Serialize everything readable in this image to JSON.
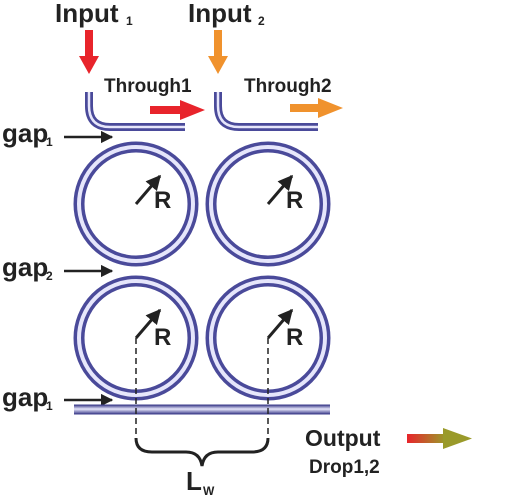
{
  "labels": {
    "input1": "Input",
    "input1_sub": "1",
    "input2": "Input",
    "input2_sub": "2",
    "through1": "Through1",
    "through2": "Through2",
    "gap_top": "gap",
    "gap_top_sub": "1",
    "gap_mid": "gap",
    "gap_mid_sub": "2",
    "gap_bot": "gap",
    "gap_bot_sub": "1",
    "radius": "R",
    "lw": "L",
    "lw_sub": "W",
    "output": "Output",
    "drop": "Drop1,2"
  },
  "colors": {
    "input1_arrow": "#e8242b",
    "input2_arrow": "#f0922d",
    "through1_arrow": "#e8242b",
    "through2_arrow": "#f0922d",
    "output_arrow_start": "#e8242b",
    "output_arrow_end": "#9a9a2a",
    "ring_dark": "#4a4a9a",
    "ring_light": "#e6e6fb",
    "text": "#222222"
  }
}
